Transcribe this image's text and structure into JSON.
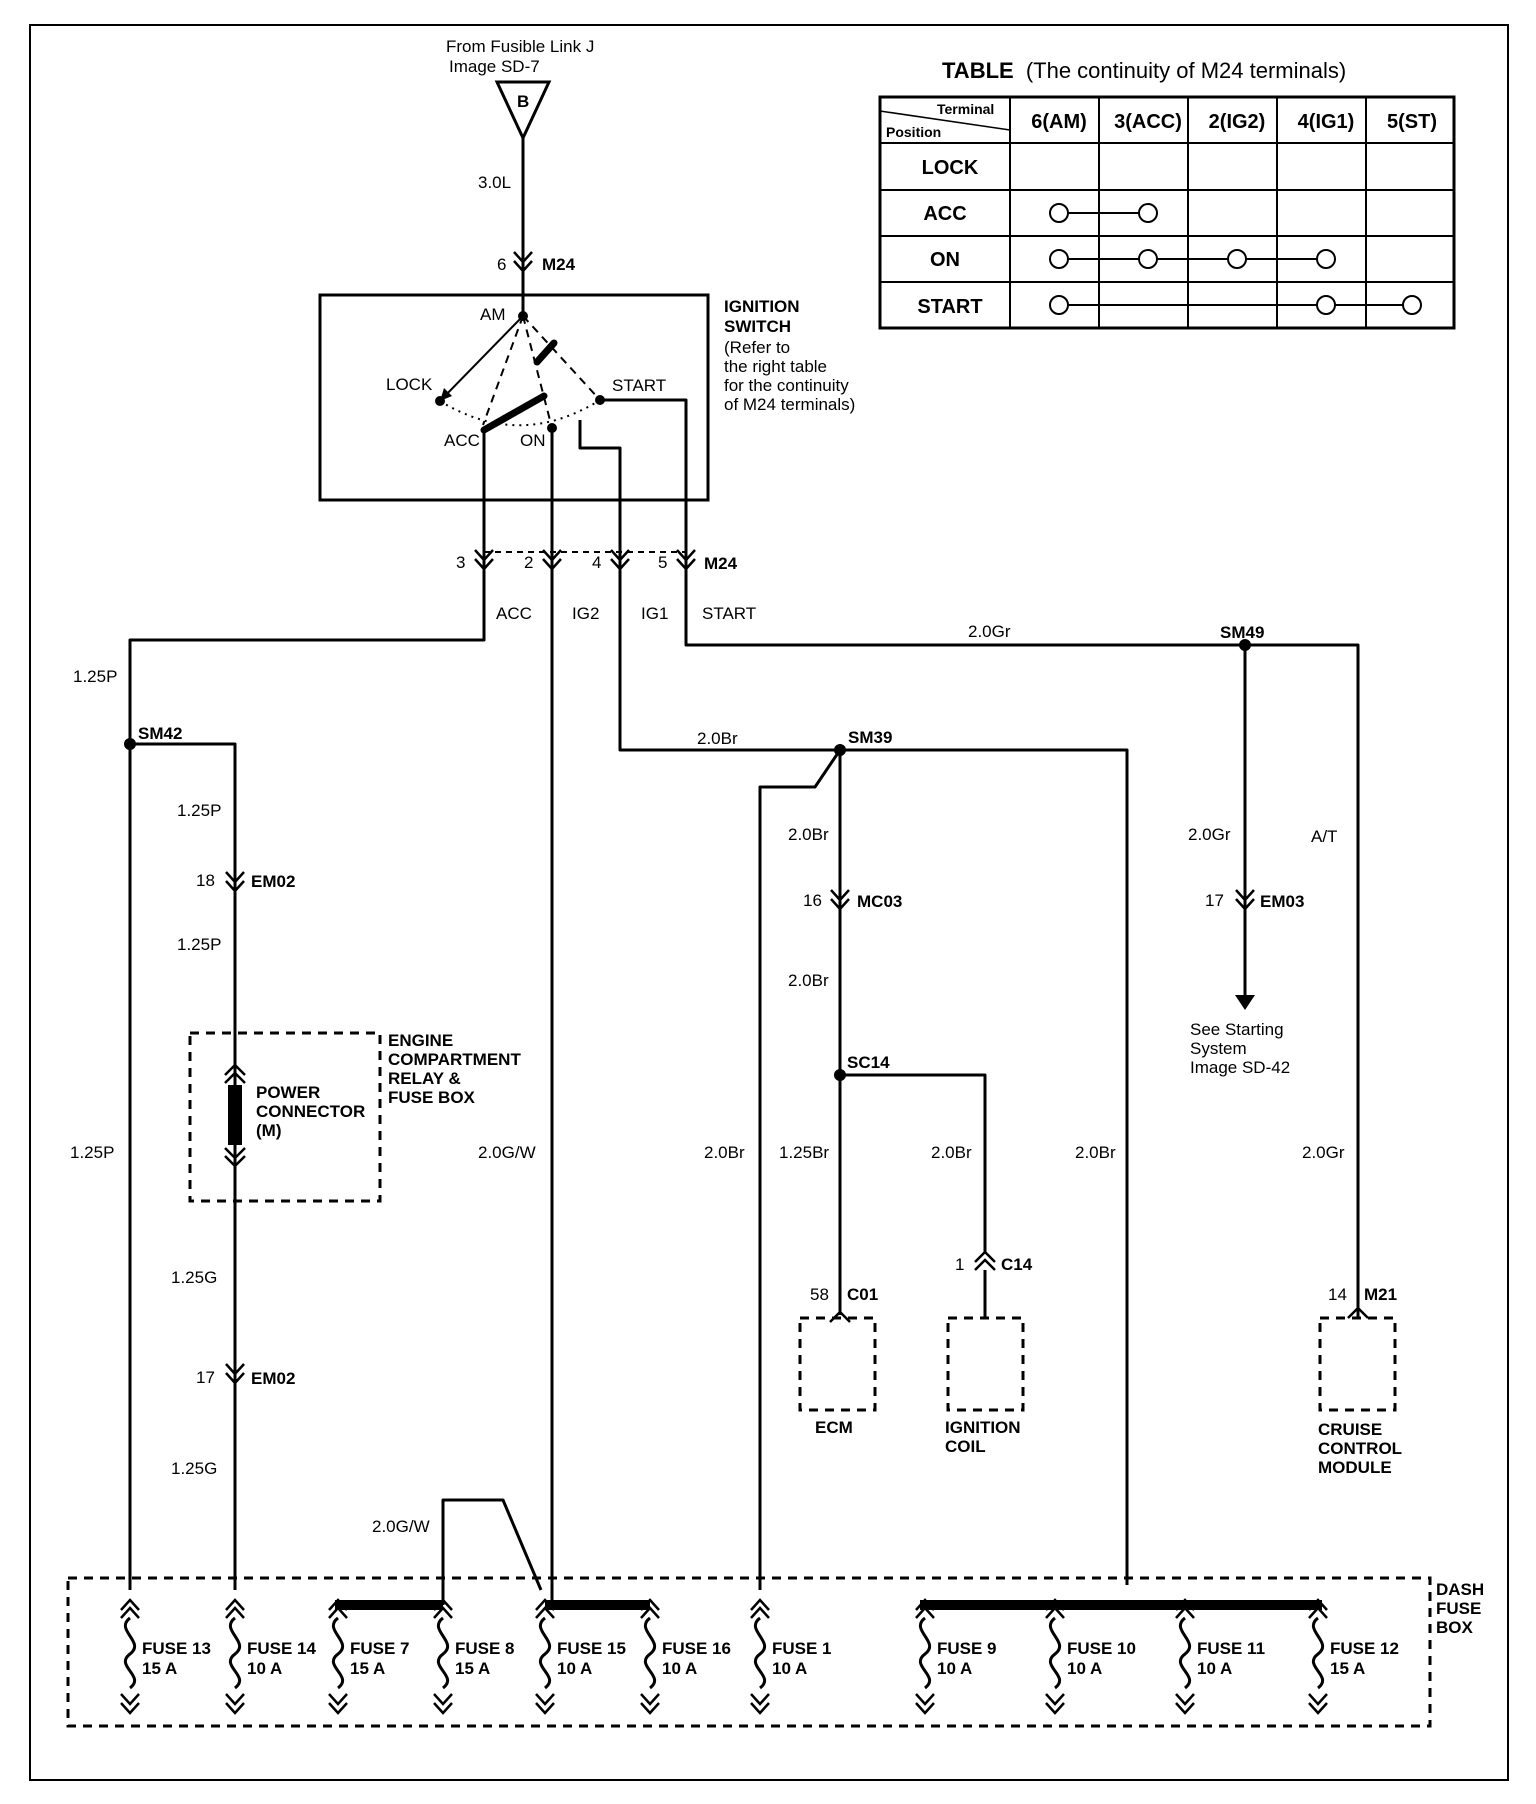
{
  "source": {
    "line1": "From Fusible Link J",
    "line2": "Image SD-7",
    "terminal": "B"
  },
  "table": {
    "title_bold": "TABLE",
    "title_rest": "(The continuity of M24 terminals)",
    "corner_top": "Terminal",
    "corner_bottom": "Position",
    "columns": [
      "6(AM)",
      "3(ACC)",
      "2(IG2)",
      "4(IG1)",
      "5(ST)"
    ],
    "rows": [
      {
        "position": "LOCK",
        "connected": []
      },
      {
        "position": "ACC",
        "connected": [
          0,
          1
        ]
      },
      {
        "position": "ON",
        "connected": [
          0,
          1,
          2,
          3
        ]
      },
      {
        "position": "START",
        "connected": [
          0,
          3,
          4
        ]
      }
    ]
  },
  "switch": {
    "title1": "IGNITION",
    "title2": "SWITCH",
    "note1": "(Refer to",
    "note2": "the right table",
    "note3": "for the continuity",
    "note4": "of M24 terminals)",
    "am": "AM",
    "lock": "LOCK",
    "acc": "ACC",
    "on": "ON",
    "start": "START"
  },
  "wires": {
    "w_30l": "3.0L",
    "p1": "1.25P",
    "p2": "1.25P",
    "p3": "1.25P",
    "p4": "1.25P",
    "g1": "1.25G",
    "g2": "1.25G",
    "gw1": "2.0G/W",
    "gw2": "2.0G/W",
    "gr1": "2.0Gr",
    "gr2": "2.0Gr",
    "gr3": "2.0Gr",
    "br_sm39": "2.0Br",
    "br_a": "2.0Br",
    "br_b": "2.0Br",
    "br_fuse1": "2.0Br",
    "br_ecm": "1.25Br",
    "br_coil": "2.0Br",
    "br_right": "2.0Br",
    "at": "A/T"
  },
  "m24": {
    "pin_top": "6",
    "name": "M24",
    "pin3": "3",
    "pin2": "2",
    "pin4": "4",
    "pin5": "5",
    "bottom_name": "M24",
    "lab_acc": "ACC",
    "lab_ig2": "IG2",
    "lab_ig1": "IG1",
    "lab_start": "START"
  },
  "splices": {
    "sm42": "SM42",
    "sm39": "SM39",
    "sm49": "SM49",
    "sc14": "SC14"
  },
  "connectors": {
    "em02_top_pin": "18",
    "em02_top": "EM02",
    "em02_bot_pin": "17",
    "em02_bot": "EM02",
    "mc03_pin": "16",
    "mc03": "MC03",
    "em03_pin": "17",
    "em03": "EM03",
    "c01_pin": "58",
    "c01": "C01",
    "c14_pin": "1",
    "c14": "C14",
    "m21_pin": "14",
    "m21": "M21"
  },
  "engine_box": {
    "l1": "ENGINE",
    "l2": "COMPARTMENT",
    "l3": "RELAY &",
    "l4": "FUSE BOX"
  },
  "power_connector": {
    "l1": "POWER",
    "l2": "CONNECTOR",
    "l3": "(M)"
  },
  "starting_ref": {
    "l1": "See Starting",
    "l2": "System",
    "l3": "Image SD-42"
  },
  "components": {
    "ecm": "ECM",
    "coil1": "IGNITION",
    "coil2": "COIL",
    "cruise1": "CRUISE",
    "cruise2": "CONTROL",
    "cruise3": "MODULE"
  },
  "dash_box": {
    "l1": "DASH",
    "l2": "FUSE",
    "l3": "BOX"
  },
  "fuses": [
    {
      "name": "FUSE 13",
      "rating": "15 A"
    },
    {
      "name": "FUSE 14",
      "rating": "10 A"
    },
    {
      "name": "FUSE 7",
      "rating": "15 A"
    },
    {
      "name": "FUSE 8",
      "rating": "15 A"
    },
    {
      "name": "FUSE 15",
      "rating": "10 A"
    },
    {
      "name": "FUSE 16",
      "rating": "10 A"
    },
    {
      "name": "FUSE 1",
      "rating": "10 A"
    },
    {
      "name": "FUSE 9",
      "rating": "10 A"
    },
    {
      "name": "FUSE 10",
      "rating": "10 A"
    },
    {
      "name": "FUSE 11",
      "rating": "10 A"
    },
    {
      "name": "FUSE 12",
      "rating": "15 A"
    }
  ]
}
